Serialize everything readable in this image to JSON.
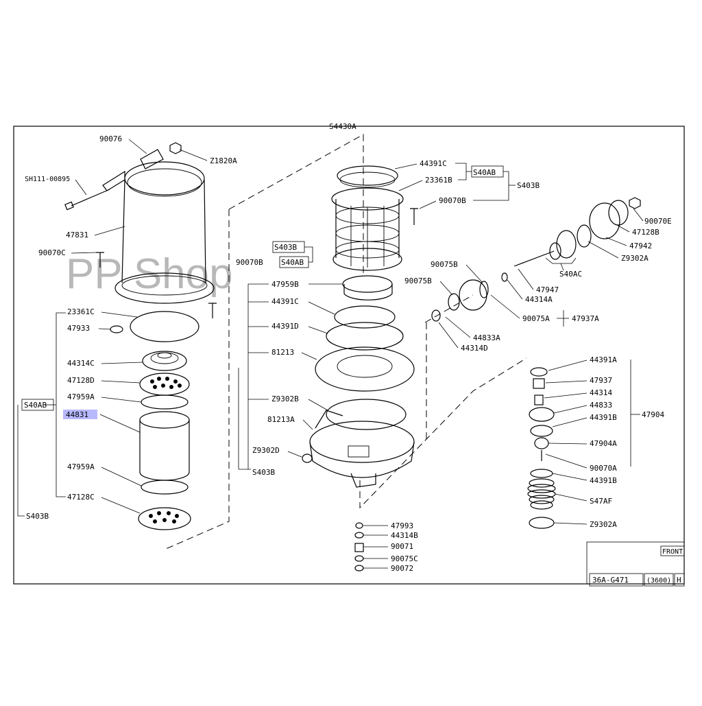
{
  "diagram": {
    "title_code": "S4430A",
    "watermark": "PP Shop",
    "highlighted_part": "44831",
    "left_column": {
      "top_labels": [
        "90076",
        "Z1820A",
        "SH111-00895",
        "47831",
        "90070C"
      ],
      "stack_labels": [
        "23361C",
        "47933",
        "44314C",
        "47128D",
        "47959A",
        "44831",
        "47959A",
        "47128C"
      ],
      "group_left": "S40AB",
      "group_bottom": "S403B"
    },
    "center_column": {
      "top_labels": [
        "44391C",
        "23361B",
        "S40AB",
        "S403B",
        "90070B"
      ],
      "mid_labels": [
        "S403B",
        "90070B",
        "S40AB",
        "47959B",
        "44391C",
        "44391D",
        "81213",
        "Z9302B",
        "81213A",
        "Z9302D",
        "S403B"
      ],
      "bottom_labels": [
        "47993",
        "44314B",
        "90071",
        "90075C",
        "90072"
      ]
    },
    "right_upper": {
      "labels": [
        "90070E",
        "47128B",
        "47942",
        "Z9302A",
        "S40AC",
        "47947",
        "44314A",
        "90075B",
        "90075B",
        "90075A",
        "47937A",
        "44833A",
        "44314D"
      ]
    },
    "right_lower": {
      "labels": [
        "44391A",
        "47937",
        "44314",
        "44833",
        "44391B",
        "47904A",
        "90070A",
        "44391B",
        "S47AF",
        "Z9302A"
      ],
      "group": "47904"
    },
    "title_block": {
      "front": "FRONT",
      "drawing_no": "36A-G471",
      "model": "(3600)",
      "rev": "H"
    }
  }
}
